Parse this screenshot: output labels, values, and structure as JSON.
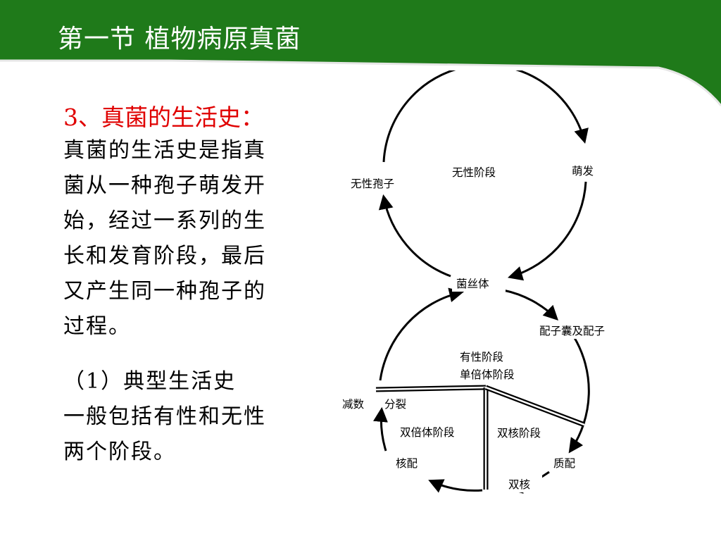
{
  "header": {
    "title": "第一节  植物病原真菌"
  },
  "content": {
    "heading": "3、真菌的生活史：",
    "paragraph": "真菌的生活史是指真\n菌从一种孢子萌发开\n始，经过一系列的生\n长和发育阶段，最后\n又产生同一种孢子的\n过程。",
    "subheading": "（1）典型生活史",
    "sub_paragraph": "一般包括有性和无性\n两个阶段。"
  },
  "diagram": {
    "asexual_spore": "无性孢子",
    "asexual_stage": "无性阶段",
    "germination": "萌发",
    "mycelium": "菌丝体",
    "gametangia": "配子囊及配子",
    "sexual_stage": "有性阶段",
    "haploid_stage": "单倍体阶段",
    "meiosis": "减数",
    "division": "分裂",
    "diploid_stage": "双倍体阶段",
    "dikaryon_stage": "双核阶段",
    "plasmogamy": "质配",
    "karyogamy": "核配",
    "dikaryon": "双核"
  },
  "colors": {
    "title_bar": "#1f7a1a",
    "heading": "#e00000",
    "text": "#000000"
  }
}
